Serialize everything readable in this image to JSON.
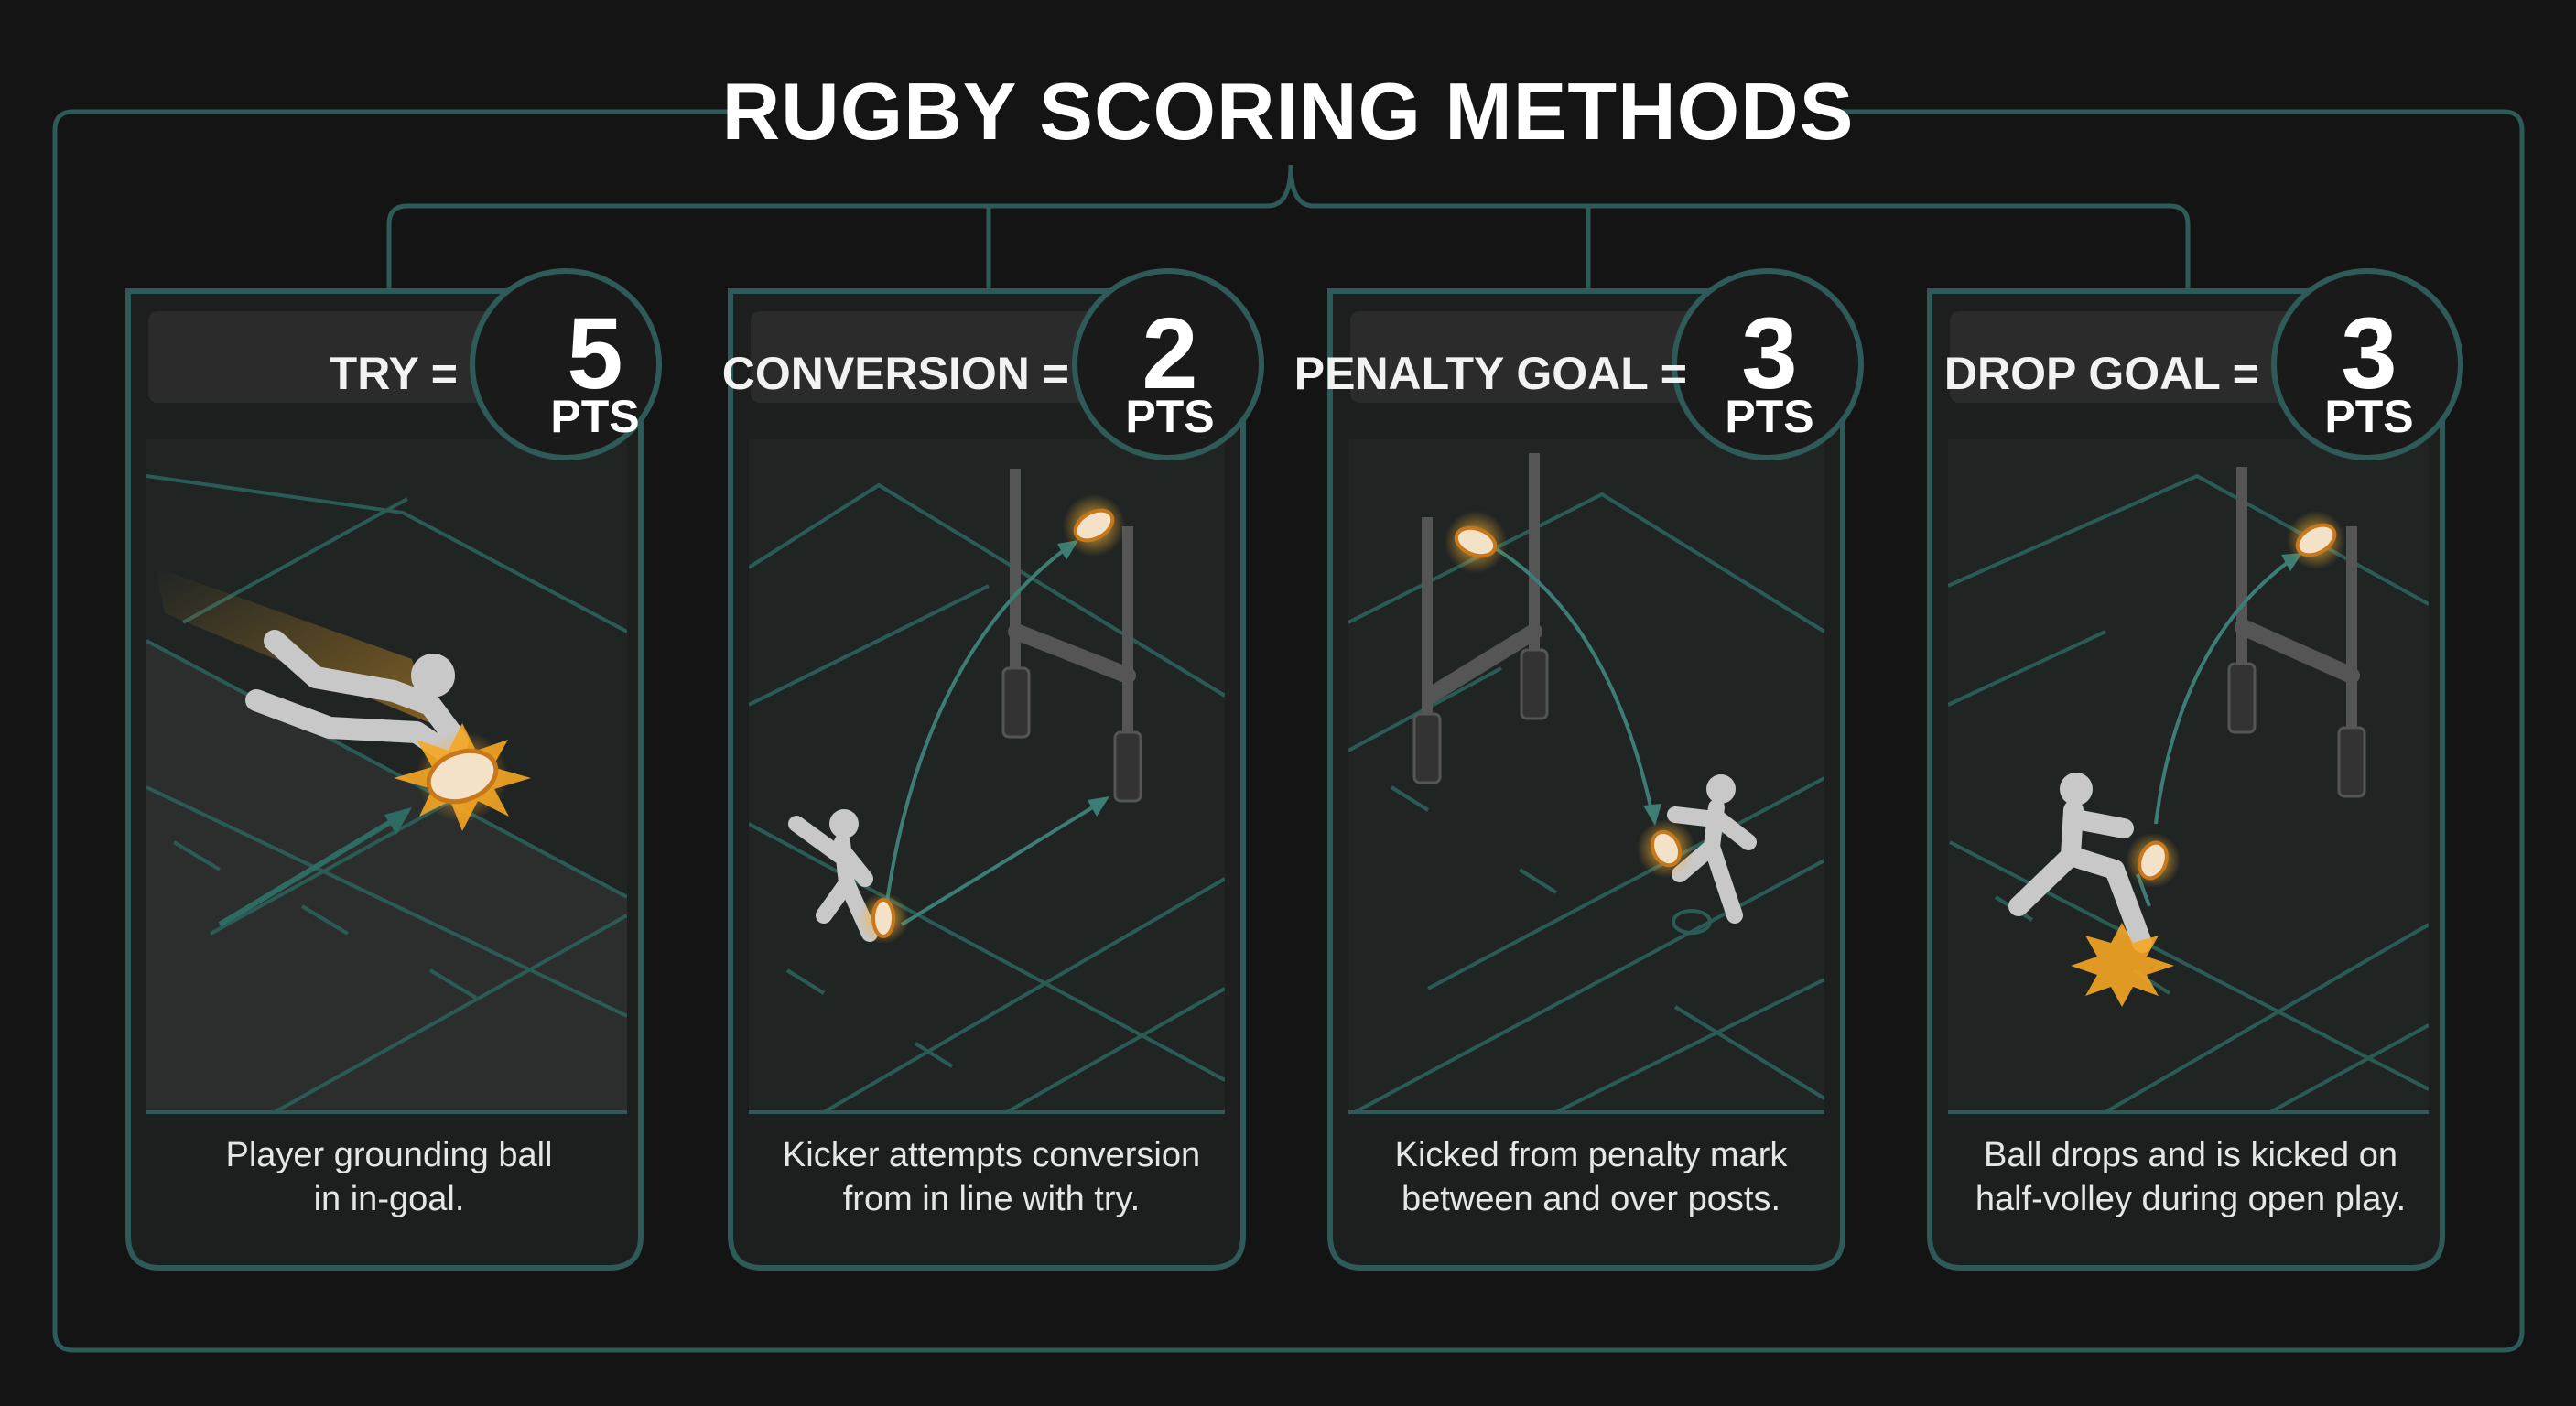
{
  "title": "RUGBY SCORING METHODS",
  "methods": [
    {
      "label": "TRY =",
      "points": "5",
      "unit": "PTS",
      "description": [
        "Player grounding ball",
        "in in-goal."
      ]
    },
    {
      "label": "CONVERSION =",
      "points": "2",
      "unit": "PTS",
      "description": [
        "Kicker attempts conversion",
        "from in line with try."
      ]
    },
    {
      "label": "PENALTY GOAL =",
      "points": "3",
      "unit": "PTS",
      "description": [
        "Kicked from penalty mark",
        "between and over posts."
      ]
    },
    {
      "label": "DROP GOAL =",
      "points": "3",
      "unit": "PTS",
      "description": [
        "Ball drops and is kicked on",
        "half-volley during open play."
      ]
    }
  ],
  "colors": {
    "background": "#141414",
    "frame": "#2e5b57",
    "panel": "#1f2322",
    "header": "#2b2b2b",
    "badge": "#1a1a1a",
    "accent": "#f5a623",
    "figure": "#c8c8c8"
  },
  "icons": [
    "diving-player-icon",
    "kicker-icon",
    "goal-posts-icon",
    "rugby-ball-icon",
    "impact-burst-icon"
  ]
}
